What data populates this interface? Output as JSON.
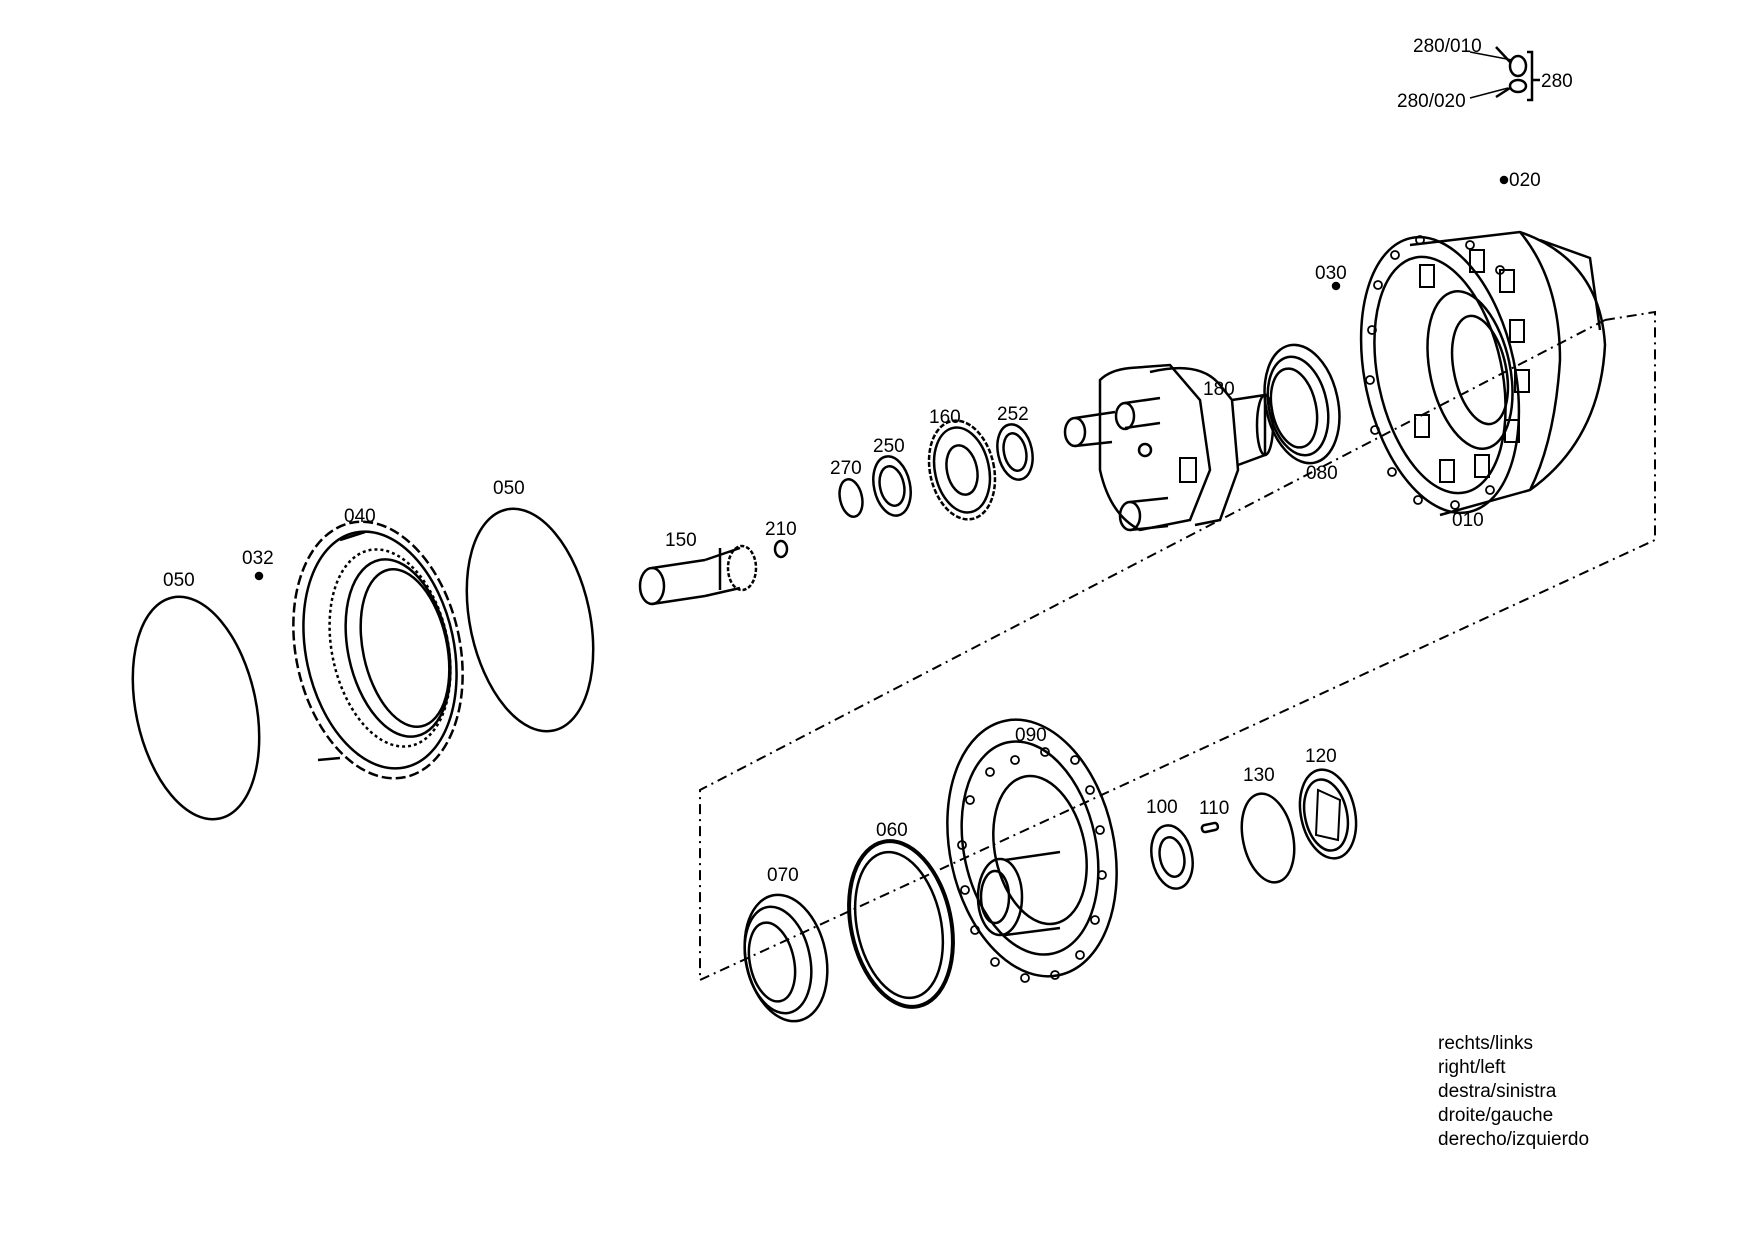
{
  "labels": {
    "l280_010": "280/010",
    "l280": "280",
    "l280_020": "280/020",
    "l020": "020",
    "l030": "030",
    "l010": "010",
    "l080": "080",
    "l180": "180",
    "l252": "252",
    "l160": "160",
    "l250": "250",
    "l270": "270",
    "l210": "210",
    "l150": "150",
    "l050_right": "050",
    "l040": "040",
    "l032": "032",
    "l050_left": "050",
    "l090": "090",
    "l060": "060",
    "l070": "070",
    "l100": "100",
    "l110": "110",
    "l130": "130",
    "l120": "120"
  },
  "legend": {
    "line1": "rechts/links",
    "line2": "right/left",
    "line3": "destra/sinistra",
    "line4": "droite/gauche",
    "line5": "derecho/izquierdo"
  }
}
